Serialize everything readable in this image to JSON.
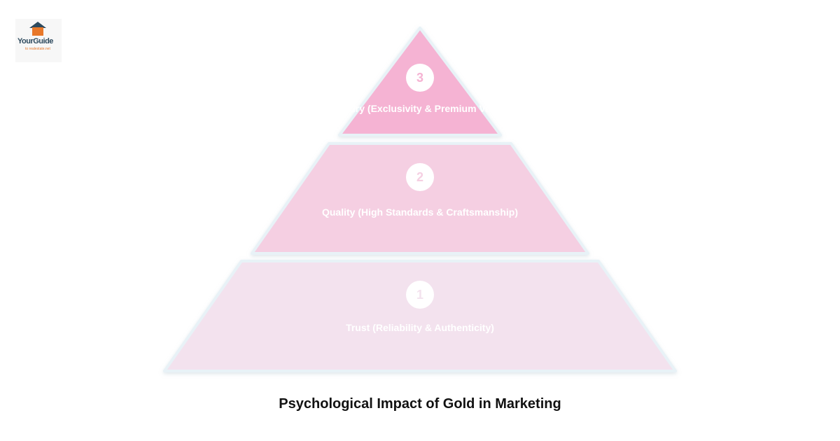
{
  "logo": {
    "text": "YourGuide",
    "subtext": "to realestate.net"
  },
  "title": "Psychological Impact of Gold in Marketing",
  "levels": [
    {
      "number": "1",
      "label": "Trust (Reliability & Authenticity)",
      "color": "#f3e2ee"
    },
    {
      "number": "2",
      "label": "Quality (High Standards & Craftsmanship)",
      "color": "#f5cfe2"
    },
    {
      "number": "3",
      "label": "Luxury (Exclusivity & Premium Value)",
      "color": "#f5b3d3"
    }
  ]
}
